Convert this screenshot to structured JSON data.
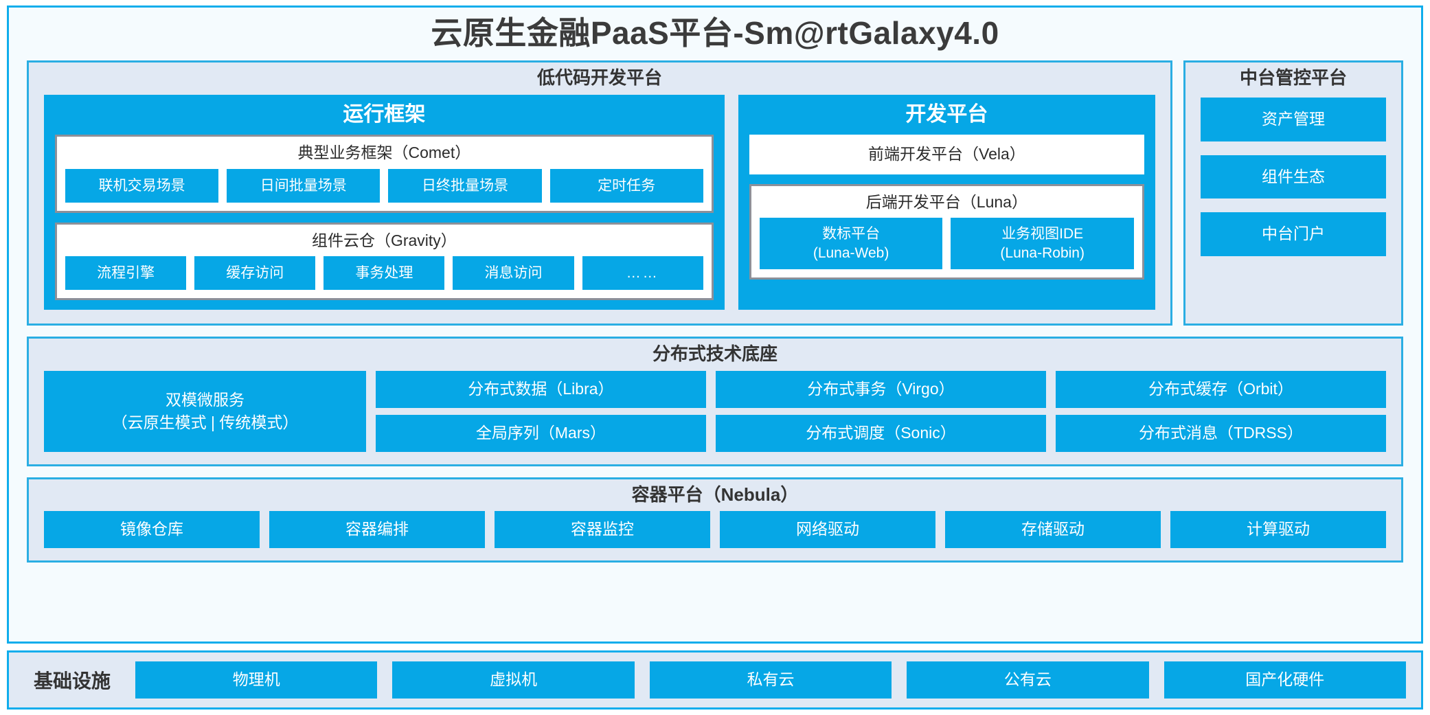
{
  "title": "云原生金融PaaS平台-Sm@rtGalaxy4.0",
  "colors": {
    "accent_blue": "#06a7e6",
    "border_blue": "#0fadec",
    "panel_bg": "#e1e9f4",
    "card_bg": "#f5fbfe",
    "inner_border_gray": "#8c9099"
  },
  "lowcode": {
    "title": "低代码开发平台",
    "runtime": {
      "title": "运行框架",
      "comet": {
        "title": "典型业务框架（Comet）",
        "chips": [
          "联机交易场景",
          "日间批量场景",
          "日终批量场景",
          "定时任务"
        ]
      },
      "gravity": {
        "title": "组件云仓（Gravity）",
        "chips": [
          "流程引擎",
          "缓存访问",
          "事务处理",
          "消息访问",
          "……"
        ]
      }
    },
    "devplat": {
      "title": "开发平台",
      "frontend": "前端开发平台（Vela）",
      "backend": {
        "title": "后端开发平台（Luna）",
        "chips": [
          "数标平台\n(Luna-Web)",
          "业务视图IDE\n(Luna-Robin)"
        ]
      }
    }
  },
  "control": {
    "title": "中台管控平台",
    "items": [
      "资产管理",
      "组件生态",
      "中台门户"
    ]
  },
  "base": {
    "title": "分布式技术底座",
    "wide": "双模微服务\n（云原生模式 | 传统模式）",
    "columns": [
      [
        "分布式数据（Libra）",
        "全局序列（Mars）"
      ],
      [
        "分布式事务（Virgo）",
        "分布式调度（Sonic）"
      ],
      [
        "分布式缓存（Orbit）",
        "分布式消息（TDRSS）"
      ]
    ]
  },
  "container": {
    "title": "容器平台（Nebula）",
    "chips": [
      "镜像仓库",
      "容器编排",
      "容器监控",
      "网络驱动",
      "存储驱动",
      "计算驱动"
    ]
  },
  "infra": {
    "label": "基础设施",
    "chips": [
      "物理机",
      "虚拟机",
      "私有云",
      "公有云",
      "国产化硬件"
    ]
  }
}
